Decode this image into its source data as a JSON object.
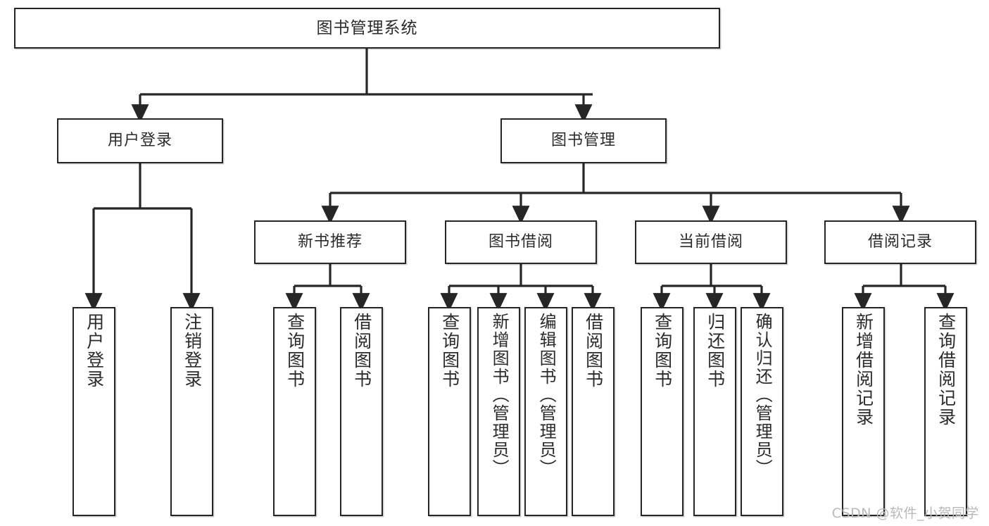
{
  "diagram": {
    "title": "图书管理系统",
    "type": "tree",
    "watermark": "CSDN @软件_小贺同学",
    "colors": {
      "stroke": "#262626",
      "fill": "#ffffff",
      "text": "#2b2b2b",
      "watermark": "#b9b9b9"
    },
    "root": {
      "id": "root",
      "label": "图书管理系统"
    },
    "level2": [
      {
        "id": "user-login",
        "label": "用户登录"
      },
      {
        "id": "book-manage",
        "label": "图书管理"
      }
    ],
    "level3": [
      {
        "id": "new-book-rec",
        "label": "新书推荐",
        "parent": "book-manage"
      },
      {
        "id": "book-borrow",
        "label": "图书借阅",
        "parent": "book-manage"
      },
      {
        "id": "current-borrow",
        "label": "当前借阅",
        "parent": "book-manage"
      },
      {
        "id": "borrow-record",
        "label": "借阅记录",
        "parent": "book-manage"
      }
    ],
    "leaves": [
      {
        "id": "leaf-user-login",
        "label": "用户登录",
        "parent": "user-login"
      },
      {
        "id": "leaf-user-logout",
        "label": "注销登录",
        "parent": "user-login"
      },
      {
        "id": "leaf-rec-query",
        "label": "查询图书",
        "parent": "new-book-rec"
      },
      {
        "id": "leaf-rec-borrow",
        "label": "借阅图书",
        "parent": "new-book-rec"
      },
      {
        "id": "leaf-borrow-query",
        "label": "查询图书",
        "parent": "book-borrow"
      },
      {
        "id": "leaf-borrow-add",
        "label": "新增图书（管理员）",
        "parent": "book-borrow"
      },
      {
        "id": "leaf-borrow-edit",
        "label": "编辑图书（管理员）",
        "parent": "book-borrow"
      },
      {
        "id": "leaf-borrow-lend",
        "label": "借阅图书",
        "parent": "book-borrow"
      },
      {
        "id": "leaf-cur-query",
        "label": "查询图书",
        "parent": "current-borrow"
      },
      {
        "id": "leaf-cur-return",
        "label": "归还图书",
        "parent": "current-borrow"
      },
      {
        "id": "leaf-cur-confirm",
        "label": "确认归还（管理员）",
        "parent": "current-borrow"
      },
      {
        "id": "leaf-rec-add",
        "label": "新增借阅记录",
        "parent": "borrow-record"
      },
      {
        "id": "leaf-rec-query-record",
        "label": "查询借阅记录",
        "parent": "borrow-record"
      }
    ]
  }
}
